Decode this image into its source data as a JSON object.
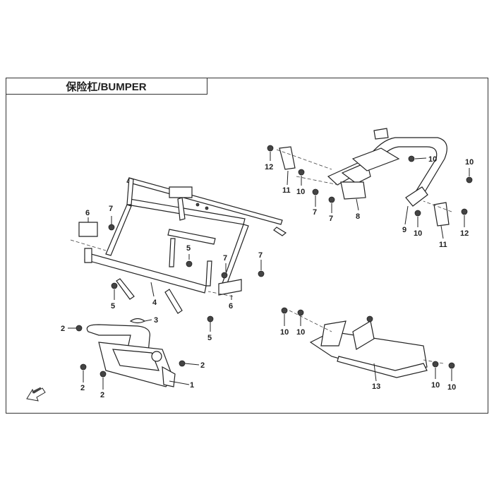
{
  "title": "保险杠/BUMPER",
  "callouts": {
    "c1": "1",
    "c2a": "2",
    "c2b": "2",
    "c2c": "2",
    "c2d": "2",
    "c3": "3",
    "c4": "4",
    "c5a": "5",
    "c5b": "5",
    "c5c": "5",
    "c6a": "6",
    "c6b": "6",
    "c7a": "7",
    "c7b": "7",
    "c7c": "7",
    "c7d": "7",
    "c8": "8",
    "c9": "9",
    "c10a": "10",
    "c10b": "10",
    "c10c": "10",
    "c10d": "10",
    "c10e": "10",
    "c10f": "10",
    "c10g": "10",
    "c10h": "10",
    "c11a": "11",
    "c11b": "11",
    "c12a": "12",
    "c12b": "12",
    "c13": "13"
  },
  "icons": {
    "direction": "direction-arrow-icon"
  }
}
